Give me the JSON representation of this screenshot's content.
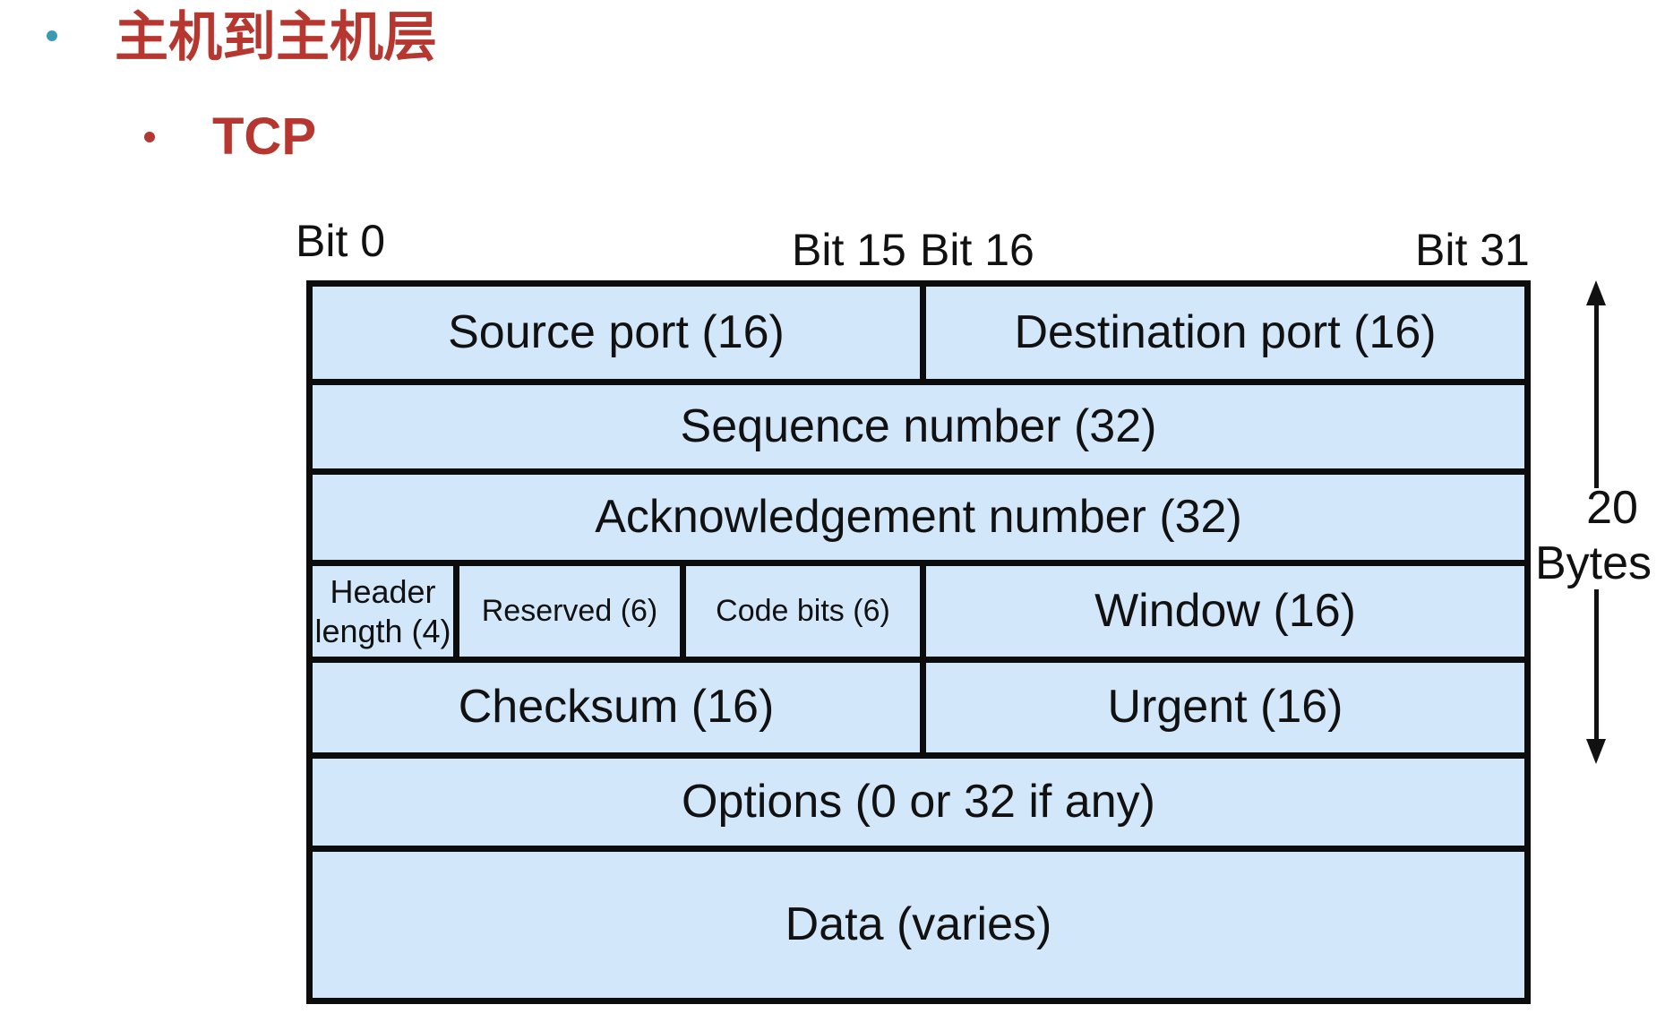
{
  "headings": {
    "level1": "主机到主机层",
    "level2": "TCP"
  },
  "bit_labels": {
    "bit0": "Bit 0",
    "bit15": "Bit 15",
    "bit16": "Bit 16",
    "bit31": "Bit 31"
  },
  "fields": {
    "source_port": "Source port (16)",
    "destination_port": "Destination port (16)",
    "sequence_number": "Sequence number (32)",
    "acknowledgement_number": "Acknowledgement number (32)",
    "header_length_line1": "Header",
    "header_length_line2": "length (4)",
    "reserved": "Reserved (6)",
    "code_bits": "Code bits (6)",
    "window": "Window (16)",
    "checksum": "Checksum (16)",
    "urgent": "Urgent (16)",
    "options": "Options (0 or 32 if any)",
    "data": "Data (varies)"
  },
  "header_size": {
    "value": "20",
    "unit": "Bytes"
  },
  "colors": {
    "heading": "#b5372f",
    "bullet_level1": "#3a9bb0",
    "cell_fill": "#d3e7fb",
    "border": "#0c0c0c"
  }
}
